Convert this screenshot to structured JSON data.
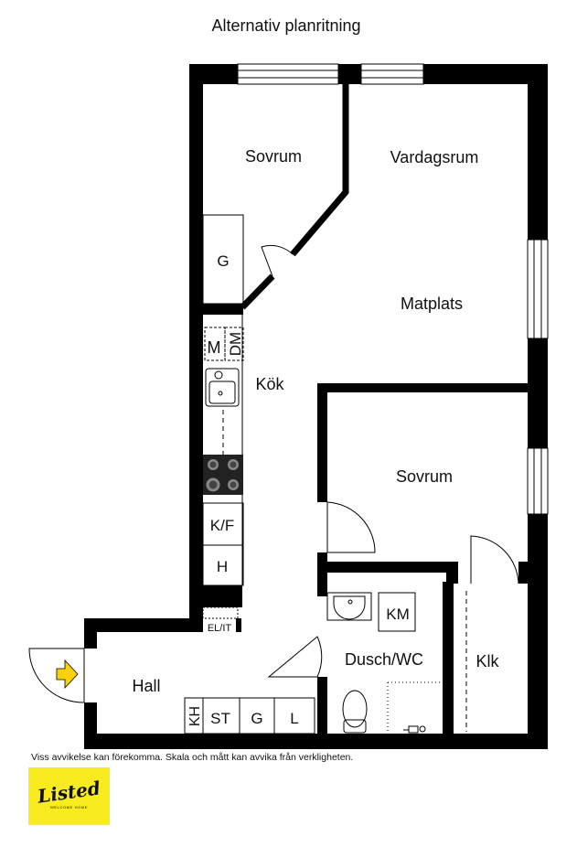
{
  "title": "Alternativ planritning",
  "rooms": {
    "sovrum1": "Sovrum",
    "vardagsrum": "Vardagsrum",
    "matplats": "Matplats",
    "kok": "Kök",
    "sovrum2": "Sovrum",
    "hall": "Hall",
    "dusch_wc": "Dusch/WC",
    "klk": "Klk"
  },
  "fixtures": {
    "g_wardrobe": "G",
    "m": "M",
    "dm": "DM",
    "kf": "K/F",
    "h": "H",
    "el_it": "EL/IT",
    "km": "KM",
    "kh": "KH",
    "st": "ST",
    "g_hall": "G",
    "l": "L"
  },
  "disclaimer": "Viss avvikelse kan förekomma. Skala och mått kan avvika från verkligheten.",
  "logo": {
    "word": "Listed",
    "tagline": "WELCOME HOME",
    "color": "#f8ec21"
  },
  "entrance_arrow_color": "#f8d20a"
}
